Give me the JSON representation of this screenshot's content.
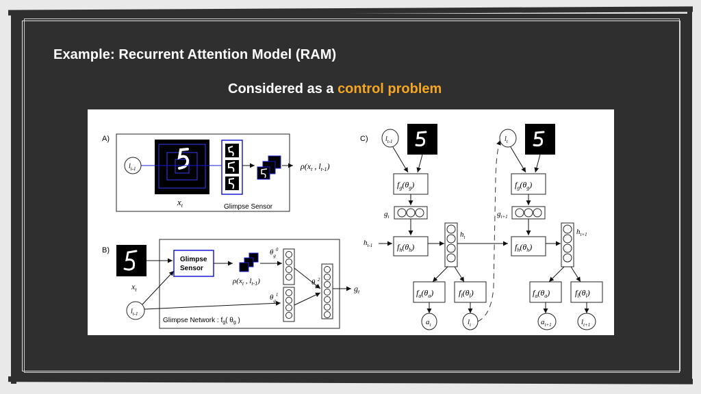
{
  "slide": {
    "title": "Example: Recurrent Attention Model (RAM)",
    "subtitle_prefix": "Considered as a ",
    "subtitle_highlight": "control problem",
    "highlight_color": "#f5a623",
    "background_color": "#2f2f2f"
  },
  "figure": {
    "panel_a": {
      "label": "A)",
      "location_node": "l",
      "location_sub": "t-1",
      "image_var": "x",
      "image_sub": "t",
      "output_expr": "ρ(x",
      "output_sub1": "t",
      "output_mid": " , l",
      "output_sub2": "t-1",
      "output_close": ")",
      "caption": "Glimpse Sensor"
    },
    "panel_b": {
      "label": "B)",
      "image_var": "x",
      "image_sub": "t",
      "location_node": "l",
      "location_sub": "t-1",
      "sensor_line1": "Glimpse",
      "sensor_line2": "Sensor",
      "rho_expr": "ρ(x",
      "rho_sub1": "t",
      "rho_mid": " , l",
      "rho_sub2": "t-1",
      "rho_close": ")",
      "theta0": "θ",
      "theta0_sub": "g",
      "theta0_sup": "0",
      "theta1": "θ",
      "theta1_sub": "g",
      "theta1_sup": "1",
      "theta2": "θ",
      "theta2_sub": "g",
      "theta2_sup": "2",
      "output": "g",
      "output_sub": "t",
      "caption_prefix": "Glimpse Network : f",
      "caption_sub": "g",
      "caption_suffix": "( θ",
      "caption_sub2": "g",
      "caption_close": " )"
    },
    "panel_c": {
      "label": "C)",
      "l_prev": "l",
      "l_prev_sub": "t-1",
      "l_cur": "l",
      "l_cur_sub": "t",
      "fg_left": "f",
      "fg_sub": "g",
      "fg_param": "(θ",
      "fg_param_sub": "g",
      "fg_close": ")",
      "g_left": "g",
      "g_left_sub": "t",
      "g_right": "g",
      "g_right_sub": "t+1",
      "h_prev": "h",
      "h_prev_sub": "t-1",
      "h_cur": "h",
      "h_cur_sub": "t",
      "h_next": "h",
      "h_next_sub": "t+1",
      "fh": "f",
      "fh_sub": "h",
      "fh_param": "(θ",
      "fh_param_sub": "h",
      "fh_close": ")",
      "fa": "f",
      "fa_sub": "a",
      "fa_param": "(θ",
      "fa_param_sub": "a",
      "fa_close": ")",
      "fl": "f",
      "fl_sub": "l",
      "fl_param": "(θ",
      "fl_param_sub": "l",
      "fl_close": ")",
      "a_left": "a",
      "a_left_sub": "t",
      "l_out_left": "l",
      "l_out_left_sub": "t",
      "a_right": "a",
      "a_right_sub": "t+1",
      "l_out_right": "l",
      "l_out_right_sub": "t+1"
    }
  }
}
